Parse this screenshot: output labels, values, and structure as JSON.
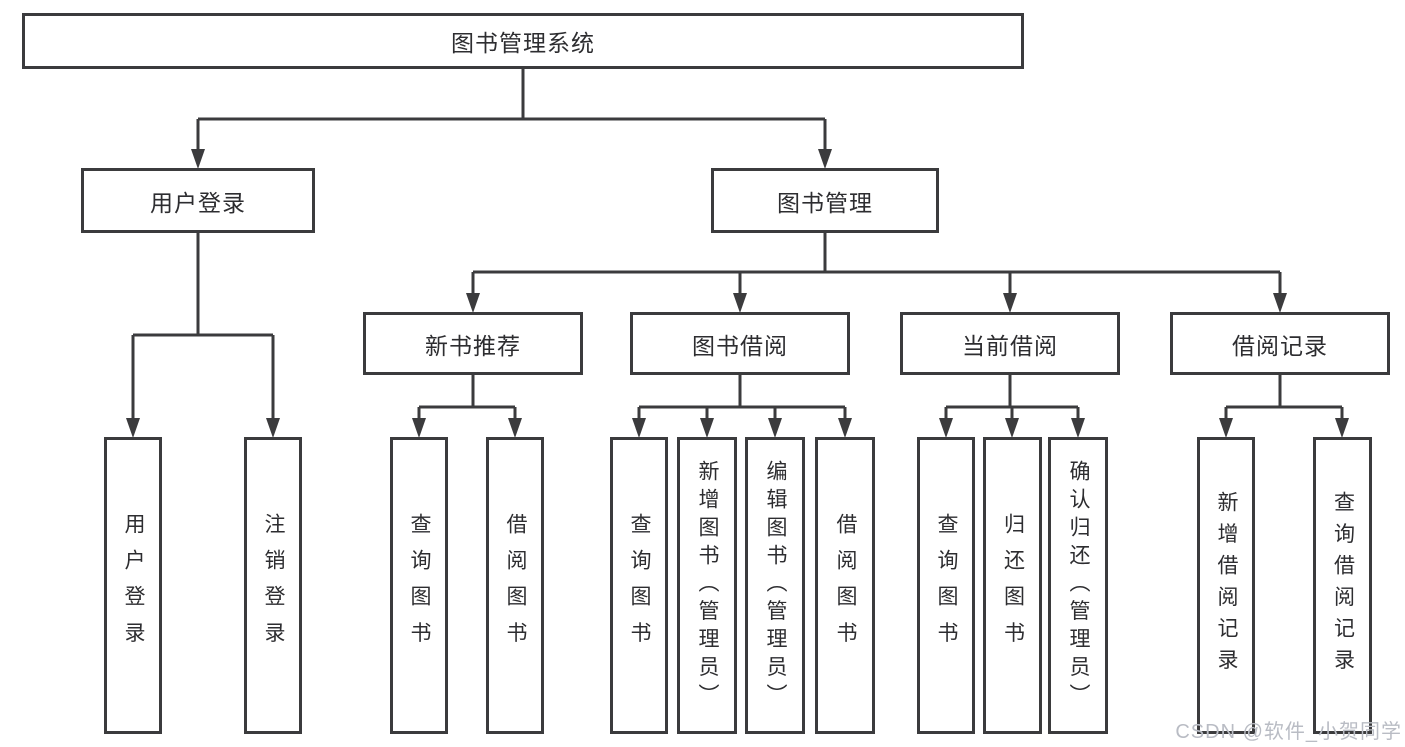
{
  "diagram": {
    "root": {
      "label": "图书管理系统"
    },
    "branches": [
      {
        "label": "用户登录",
        "children": [
          "用户登录",
          "注销登录"
        ]
      },
      {
        "label": "图书管理",
        "children": [
          {
            "label": "新书推荐",
            "children": [
              "查询图书",
              "借阅图书"
            ]
          },
          {
            "label": "图书借阅",
            "children": [
              "查询图书",
              "新增图书（管理员）",
              "编辑图书（管理员）",
              "借阅图书"
            ]
          },
          {
            "label": "当前借阅",
            "children": [
              "查询图书",
              "归还图书",
              "确认归还（管理员）"
            ]
          },
          {
            "label": "借阅记录",
            "children": [
              "新增借阅记录",
              "查询借阅记录"
            ]
          }
        ]
      }
    ]
  },
  "colors": {
    "line": "#3b3b3d",
    "box_border": "#3b3b3d",
    "text": "#2d2d30",
    "background": "#ffffff",
    "watermark": "#b9bcc4"
  },
  "watermark": "CSDN @软件_小贺同学"
}
